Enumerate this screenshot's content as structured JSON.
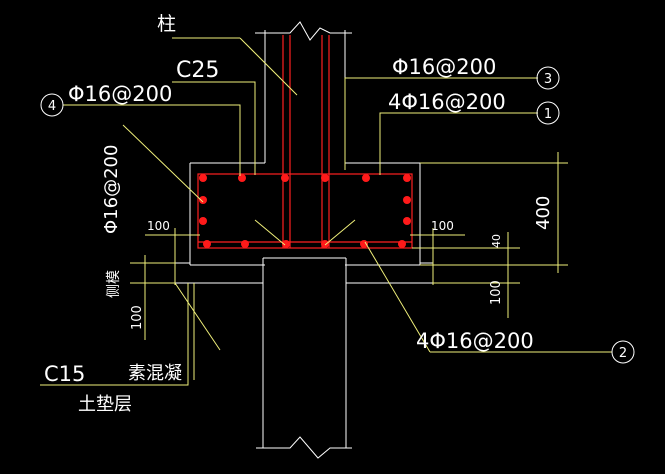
{
  "labels": {
    "column": "柱",
    "concrete_grade": "C25",
    "top_bar_3": "Φ16@200",
    "top_bar_1": "4Φ16@200",
    "side_bar_4": "Φ16@200",
    "side_vertical": "Φ16@200",
    "bottom_bar_2": "4Φ16@200",
    "dim_100_left": "100",
    "dim_100_right": "100",
    "dim_400": "400",
    "dim_40": "40",
    "dim_100_lower_right": "100",
    "side_form": "侧模",
    "dim_100_lower_left": "100",
    "c15": "C15",
    "plain_concrete": "素混凝",
    "cushion": "土垫层"
  },
  "callouts": {
    "c1": "1",
    "c2": "2",
    "c3": "3",
    "c4": "4"
  },
  "colors": {
    "background": "#000000",
    "outline": "#ffffff",
    "annotation": "#f0f07a",
    "rebar": "#ff2020"
  }
}
